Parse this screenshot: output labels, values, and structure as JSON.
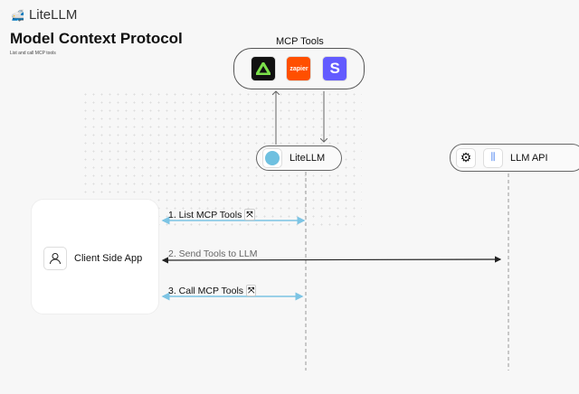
{
  "header": {
    "brand": "LiteLLM",
    "title": "Model Context Protocol",
    "subtitle": "List and call MCP tools"
  },
  "mcp_tools": {
    "label": "MCP Tools",
    "tools": [
      {
        "name": "aiven-like-icon",
        "color": "#111111"
      },
      {
        "name": "zapier",
        "label": "zapier",
        "color": "#ff4f00"
      },
      {
        "name": "stripe",
        "label": "S",
        "color": "#635bff"
      }
    ]
  },
  "nodes": {
    "litellm": "LiteLLM",
    "llm_api": "LLM API",
    "client": "Client Side App"
  },
  "messages": [
    {
      "label": "1. List MCP Tools",
      "color": "#7cc4e4",
      "icon": "tools-icon"
    },
    {
      "label": "2. Send Tools to LLM",
      "color": "#222222"
    },
    {
      "label": "3. Call MCP Tools",
      "color": "#7cc4e4",
      "icon": "tools-icon"
    }
  ],
  "tools_glyph": "⤧"
}
